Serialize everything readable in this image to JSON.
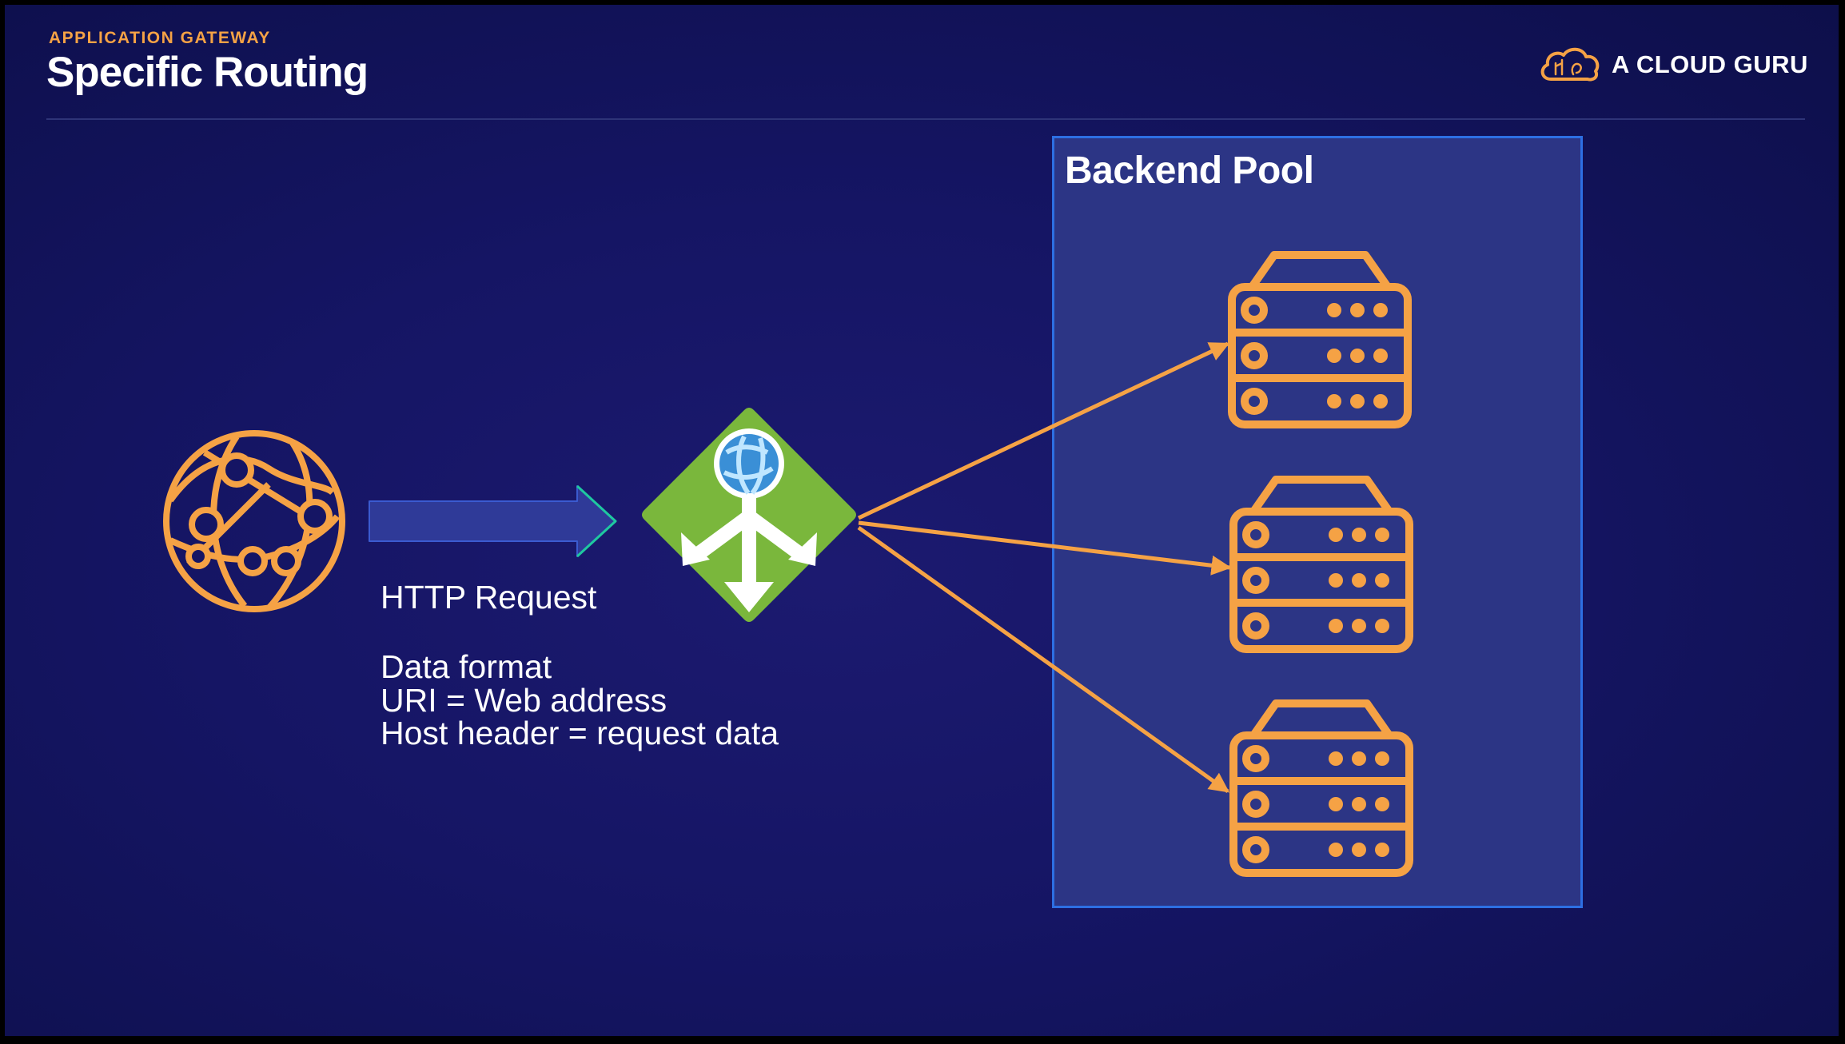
{
  "header": {
    "eyebrow": "APPLICATION GATEWAY",
    "title": "Specific Routing"
  },
  "brand": {
    "name": "A CLOUD GURU",
    "icon": "cloud-logo-icon",
    "color": "#f5a245"
  },
  "diagram": {
    "pool_label": "Backend Pool",
    "request_label": "HTTP Request",
    "details": [
      "Data format",
      "URI = Web address",
      "Host header = request data"
    ],
    "nodes": {
      "client": "globe-network-icon",
      "gateway": "application-gateway-icon",
      "servers": [
        "server-icon",
        "server-icon",
        "server-icon"
      ]
    },
    "colors": {
      "accent": "#f5a245",
      "gateway": "#7ab73c",
      "pool_fill": "#2c3585",
      "pool_border": "#2d6fe3",
      "request_arrow": "#2f3a98"
    }
  }
}
